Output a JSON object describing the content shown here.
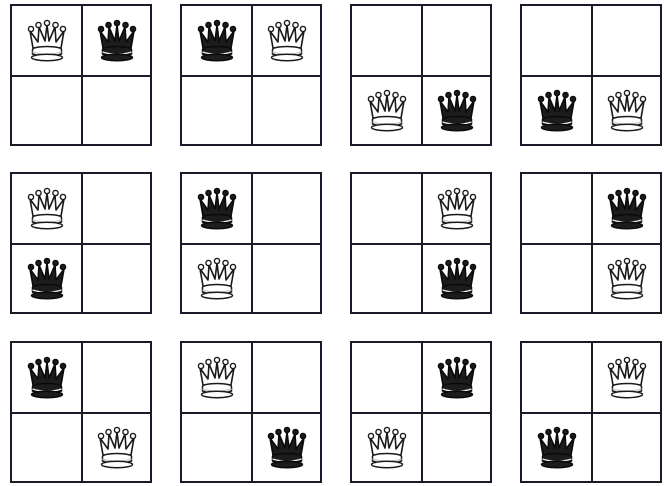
{
  "piece_colors": {
    "white": {
      "fill": "#ffffff",
      "stroke": "#1a1a1a",
      "accent": "#c8c8c8"
    },
    "black": {
      "fill": "#1c1c1c",
      "stroke": "#0a0a0a",
      "accent": "#f0f0f0"
    }
  },
  "boards": [
    {
      "queens": [
        {
          "row": 0,
          "col": 0,
          "color": "white",
          "icon": "white-queen-icon"
        },
        {
          "row": 0,
          "col": 1,
          "color": "black",
          "icon": "black-queen-icon"
        }
      ]
    },
    {
      "queens": [
        {
          "row": 0,
          "col": 0,
          "color": "black",
          "icon": "black-queen-icon"
        },
        {
          "row": 0,
          "col": 1,
          "color": "white",
          "icon": "white-queen-icon"
        }
      ]
    },
    {
      "queens": [
        {
          "row": 1,
          "col": 0,
          "color": "white",
          "icon": "white-queen-icon"
        },
        {
          "row": 1,
          "col": 1,
          "color": "black",
          "icon": "black-queen-icon"
        }
      ]
    },
    {
      "queens": [
        {
          "row": 1,
          "col": 0,
          "color": "black",
          "icon": "black-queen-icon"
        },
        {
          "row": 1,
          "col": 1,
          "color": "white",
          "icon": "white-queen-icon"
        }
      ]
    },
    {
      "queens": [
        {
          "row": 0,
          "col": 0,
          "color": "white",
          "icon": "white-queen-icon"
        },
        {
          "row": 1,
          "col": 0,
          "color": "black",
          "icon": "black-queen-icon"
        }
      ]
    },
    {
      "queens": [
        {
          "row": 0,
          "col": 0,
          "color": "black",
          "icon": "black-queen-icon"
        },
        {
          "row": 1,
          "col": 0,
          "color": "white",
          "icon": "white-queen-icon"
        }
      ]
    },
    {
      "queens": [
        {
          "row": 0,
          "col": 1,
          "color": "white",
          "icon": "white-queen-icon"
        },
        {
          "row": 1,
          "col": 1,
          "color": "black",
          "icon": "black-queen-icon"
        }
      ]
    },
    {
      "queens": [
        {
          "row": 0,
          "col": 1,
          "color": "black",
          "icon": "black-queen-icon"
        },
        {
          "row": 1,
          "col": 1,
          "color": "white",
          "icon": "white-queen-icon"
        }
      ]
    },
    {
      "queens": [
        {
          "row": 0,
          "col": 0,
          "color": "black",
          "icon": "black-queen-icon"
        },
        {
          "row": 1,
          "col": 1,
          "color": "white",
          "icon": "white-queen-icon"
        }
      ]
    },
    {
      "queens": [
        {
          "row": 0,
          "col": 0,
          "color": "white",
          "icon": "white-queen-icon"
        },
        {
          "row": 1,
          "col": 1,
          "color": "black",
          "icon": "black-queen-icon"
        }
      ]
    },
    {
      "queens": [
        {
          "row": 0,
          "col": 1,
          "color": "black",
          "icon": "black-queen-icon"
        },
        {
          "row": 1,
          "col": 0,
          "color": "white",
          "icon": "white-queen-icon"
        }
      ]
    },
    {
      "queens": [
        {
          "row": 0,
          "col": 1,
          "color": "white",
          "icon": "white-queen-icon"
        },
        {
          "row": 1,
          "col": 0,
          "color": "black",
          "icon": "black-queen-icon"
        }
      ]
    }
  ]
}
